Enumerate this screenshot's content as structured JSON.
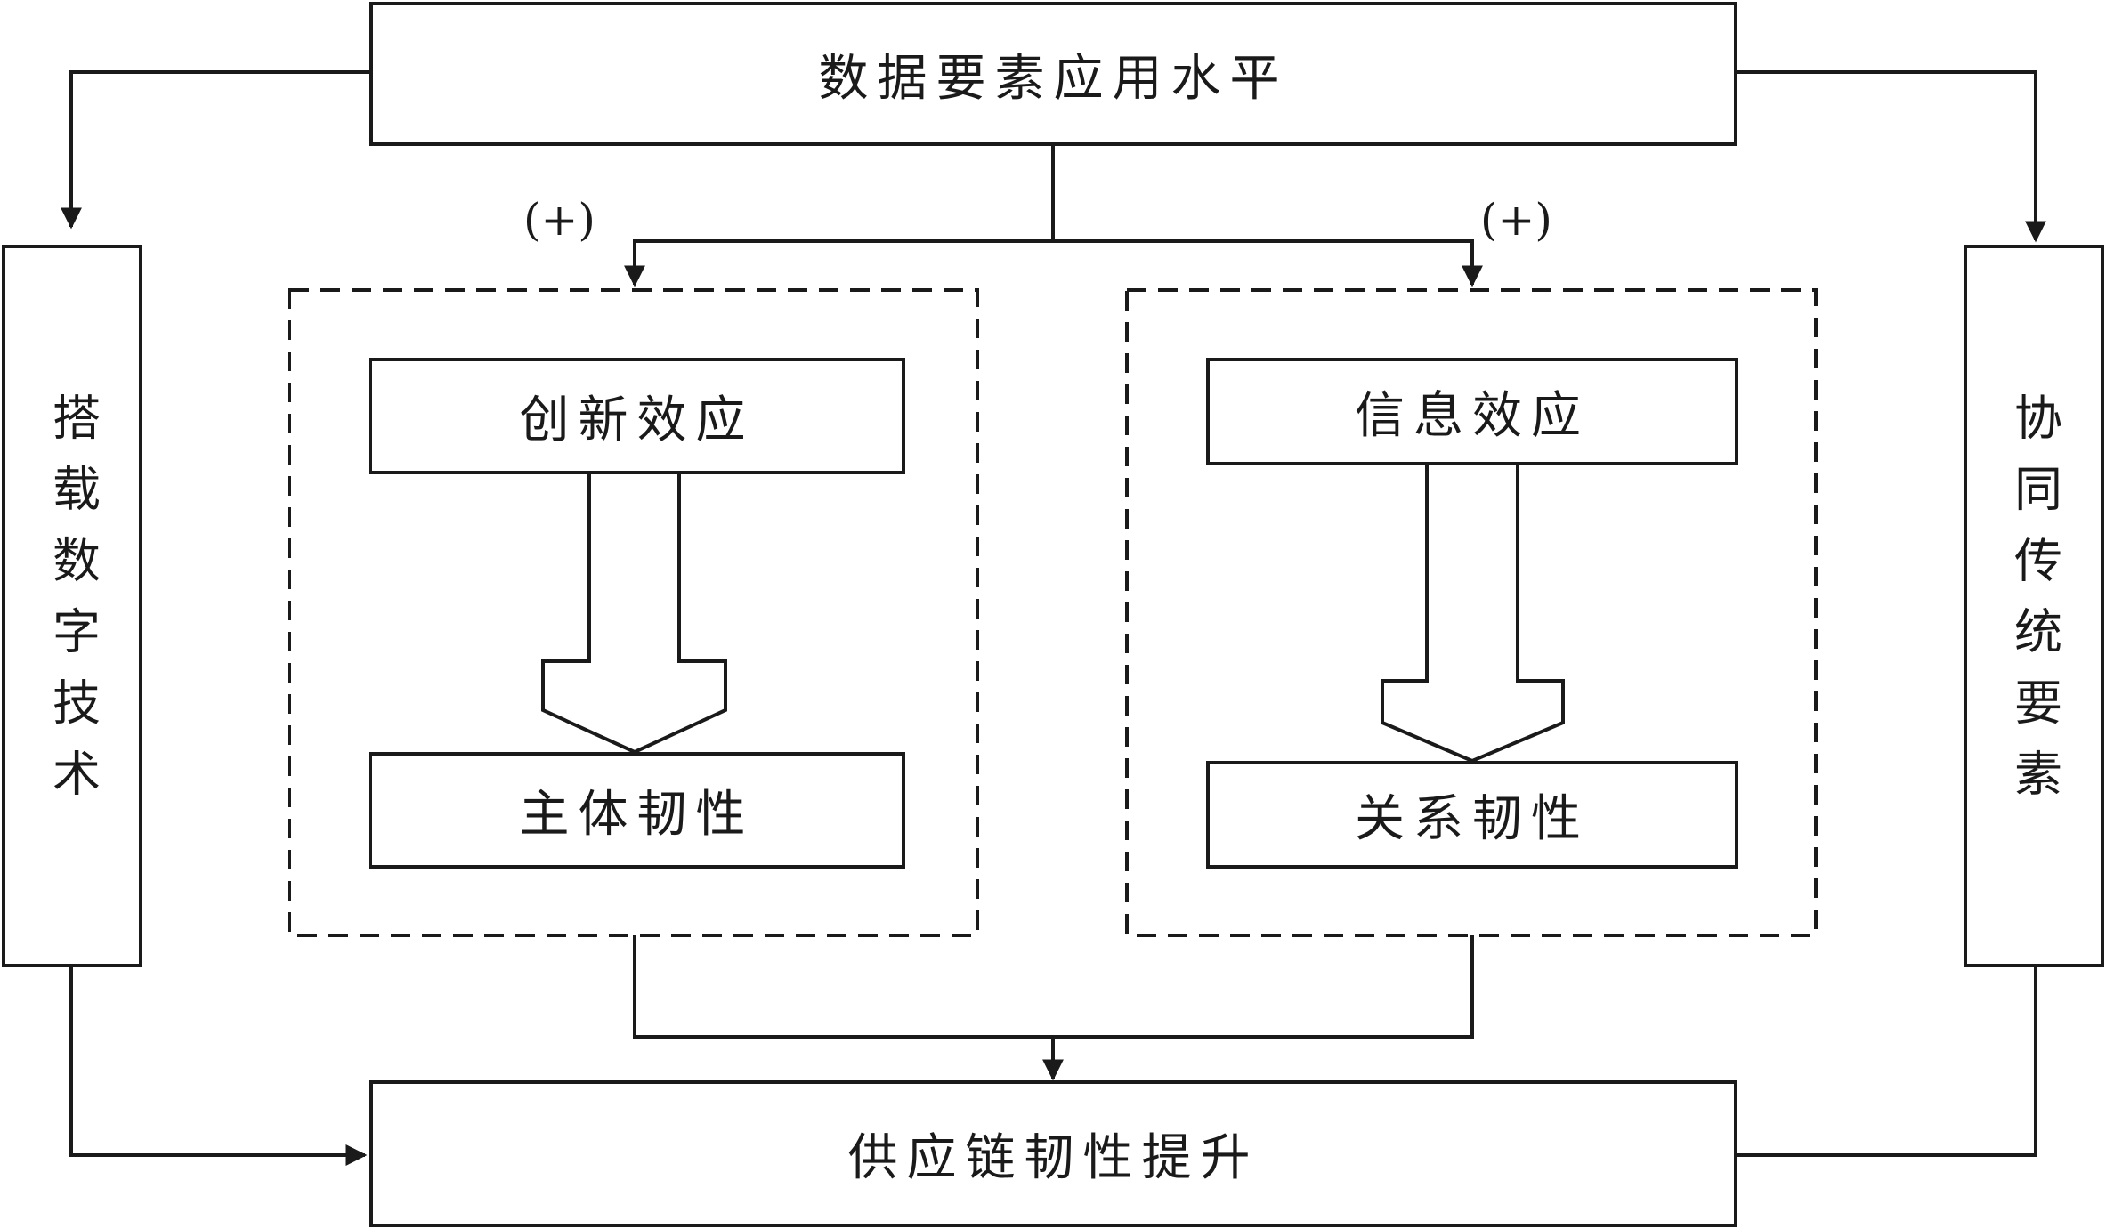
{
  "diagram": {
    "top_node": "数据要素应用水平",
    "left_node": "搭载数字技术",
    "right_node": "协同传统要素",
    "bottom_node": "供应链韧性提升",
    "left_group": {
      "sign": "(+)",
      "effect": "创新效应",
      "outcome": "主体韧性"
    },
    "right_group": {
      "sign": "(+)",
      "effect": "信息效应",
      "outcome": "关系韧性"
    }
  },
  "colors": {
    "stroke": "#1a1a1a",
    "background": "#ffffff"
  }
}
